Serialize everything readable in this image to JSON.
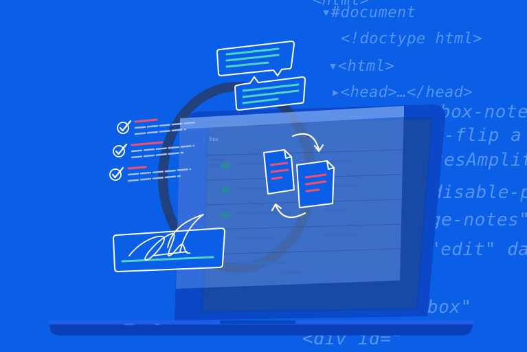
{
  "code_lines": [
    "<html>",
    "▾#document",
    "<!doctype html>",
    "▾<html>",
    "▸<head>…</head>",
    "box-notes",
    "e-flip a",
    "tesAmplit",
    "disable-pa",
    "ge-notes\"",
    "\"edit\" dat",
    "box\"",
    "<div id=\""
  ],
  "app": {
    "logo_text": "box"
  },
  "colors": {
    "background": "#0b5fe7",
    "outline": "#ffffff",
    "accent_red": "#f0506e",
    "accent_teal": "#4fd3c4",
    "code_text": "#96beff"
  },
  "icons": [
    "chat-bubble-icon",
    "checkmark-icon",
    "document-icon",
    "sync-arrows-icon",
    "signature-icon",
    "laptop-icon"
  ]
}
